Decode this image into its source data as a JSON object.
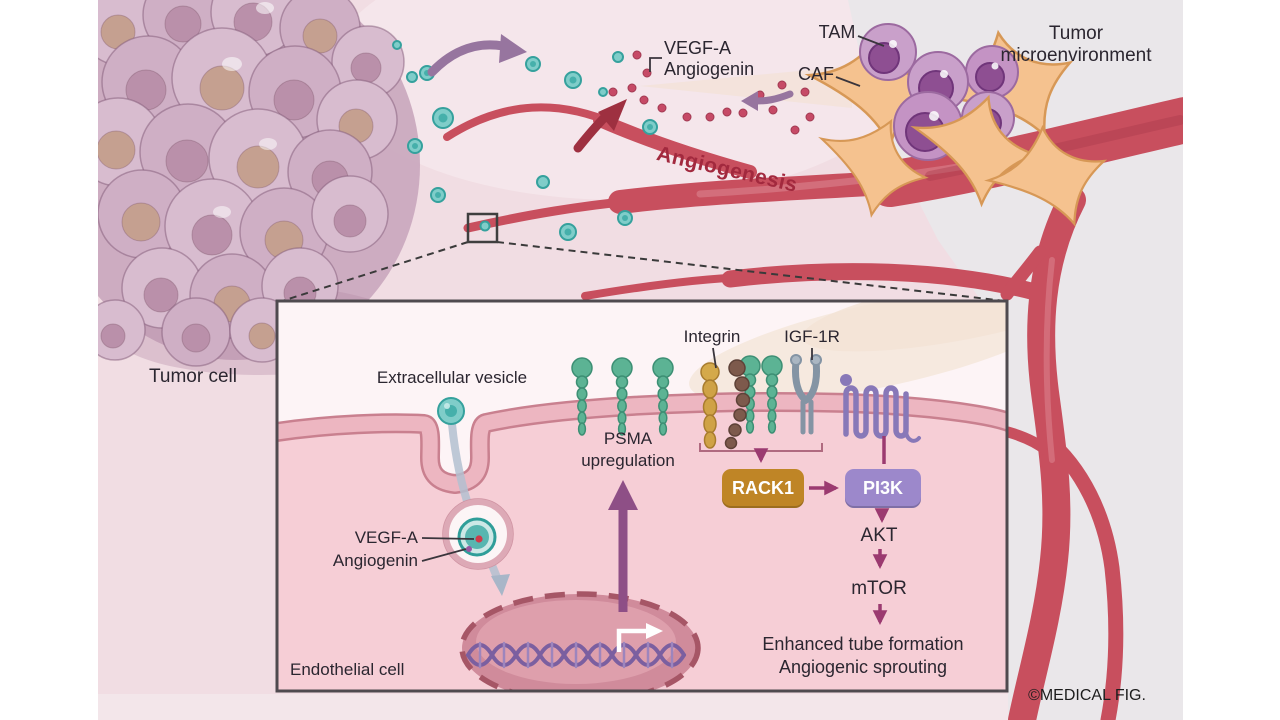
{
  "figure": {
    "scene": {
      "tumor_cell": "Tumor cell",
      "tumor_microenvironment": "Tumor microenvironment",
      "tam": "TAM",
      "caf": "CAF",
      "vegf_a": "VEGF-A",
      "angiogenin": "Angiogenin",
      "angiogenesis": "Angiogenesis"
    },
    "inset": {
      "extracellular_vesicle": "Extracellular vesicle",
      "psma_line1": "PSMA",
      "psma_line2": "upregulation",
      "integrin": "Integrin",
      "igf1r": "IGF-1R",
      "rack1": "RACK1",
      "pi3k": "PI3K",
      "akt": "AKT",
      "mtor": "mTOR",
      "enhanced_tube_formation": "Enhanced tube formation",
      "angiogenic_sprouting": "Angiogenic sprouting",
      "vegf_a": "VEGF-A",
      "angiogenin": "Angiogenin",
      "endothelial_cell": "Endothelial cell"
    },
    "copyright": "©MEDICAL FIG.",
    "colors": {
      "background_pink": "#f1dde3",
      "background_gray": "#eae7ea",
      "vessel_red": "#c84f5e",
      "vessel_dark": "#a83a4b",
      "ev_teal": "#57b7b2",
      "secreted_dot_pink": "#c64a66",
      "flow_arrow_purple": "#97759f",
      "pathway_arrow_magenta": "#9b3a70",
      "rack1_box": "#bf8526",
      "pi3k_box": "#9c88cb",
      "angiogenesis_text": "#a2293e",
      "inset_background": "#fdf4f6",
      "cell_interior": "#f6ced6",
      "membrane": "#eab0bc"
    }
  }
}
